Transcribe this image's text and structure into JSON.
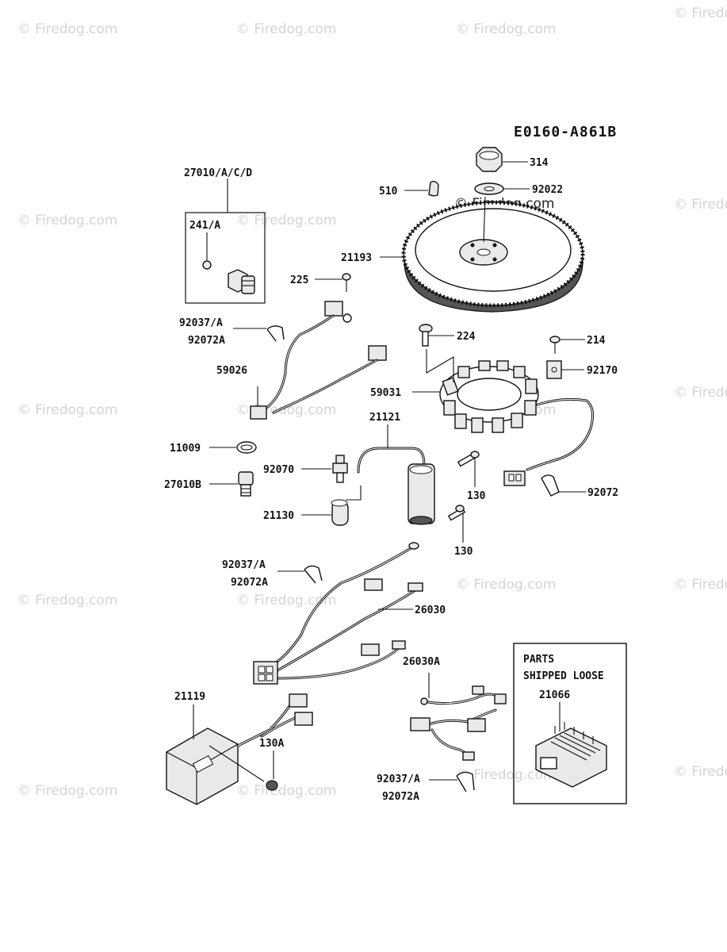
{
  "diagram_code": "E0160-A861B",
  "watermark": "© Firedog.com",
  "box_title_line1": "PARTS",
  "box_title_line2": "SHIPPED LOOSE",
  "labels": {
    "p314": "314",
    "p92022": "92022",
    "p510": "510",
    "p27010acd": "27010/A/C/D",
    "p241a": "241/A",
    "p21193": "21193",
    "p225": "225",
    "p92037a_1": "92037/A",
    "p92072a_1": "92072A",
    "p224": "224",
    "p214": "214",
    "p92170": "92170",
    "p59026": "59026",
    "p59031": "59031",
    "p21121": "21121",
    "p11009": "11009",
    "p92070": "92070",
    "p27010b": "27010B",
    "p130_1": "130",
    "p92072": "92072",
    "p21130": "21130",
    "p130_2": "130",
    "p92037a_2": "92037/A",
    "p92072a_2": "92072A",
    "p26030": "26030",
    "p26030a": "26030A",
    "p21066": "21066",
    "p21119": "21119",
    "p130a": "130A",
    "p92037a_3": "92037/A",
    "p92072a_3": "92072A"
  }
}
